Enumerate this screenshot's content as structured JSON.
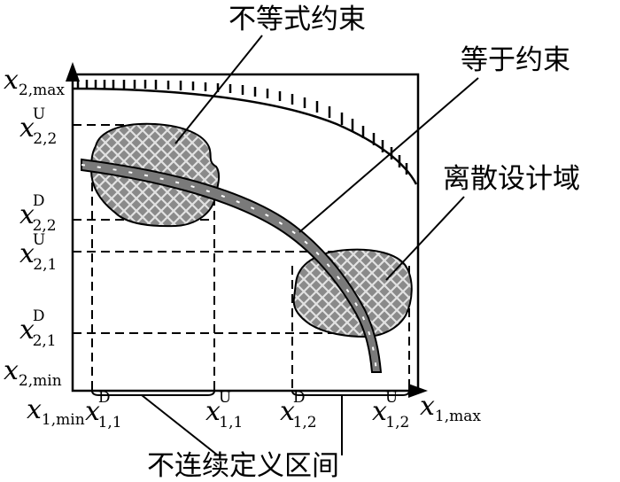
{
  "labels": {
    "inequality_constraint": "不等式约束",
    "equality_constraint": "等于约束",
    "discrete_domain": "离散设计域",
    "discontinuous_interval": "不连续定义区间"
  },
  "x2_axis": {
    "max": {
      "var": "x",
      "sub": "2,max",
      "sup": ""
    },
    "u22": {
      "var": "x",
      "sub": "2,2",
      "sup": "U"
    },
    "d22": {
      "var": "x",
      "sub": "2,2",
      "sup": "D"
    },
    "u21": {
      "var": "x",
      "sub": "2,1",
      "sup": "U"
    },
    "d21": {
      "var": "x",
      "sub": "2,1",
      "sup": "D"
    },
    "min": {
      "var": "x",
      "sub": "2,min",
      "sup": ""
    }
  },
  "x1_axis": {
    "min": {
      "var": "x",
      "sub": "1,min",
      "sup": ""
    },
    "d11": {
      "var": "x",
      "sub": "1,1",
      "sup": "D"
    },
    "u11": {
      "var": "x",
      "sub": "1,1",
      "sup": "U"
    },
    "d12": {
      "var": "x",
      "sub": "1,2",
      "sup": "D"
    },
    "u12": {
      "var": "x",
      "sub": "1,2",
      "sup": "U"
    },
    "max": {
      "var": "x",
      "sub": "1,max",
      "sup": ""
    }
  },
  "colors": {
    "region_fill": "#8a8a8a",
    "grid_line": "#d8d8d8",
    "stroke": "#000000",
    "band_fill": "#7a7a7a"
  }
}
